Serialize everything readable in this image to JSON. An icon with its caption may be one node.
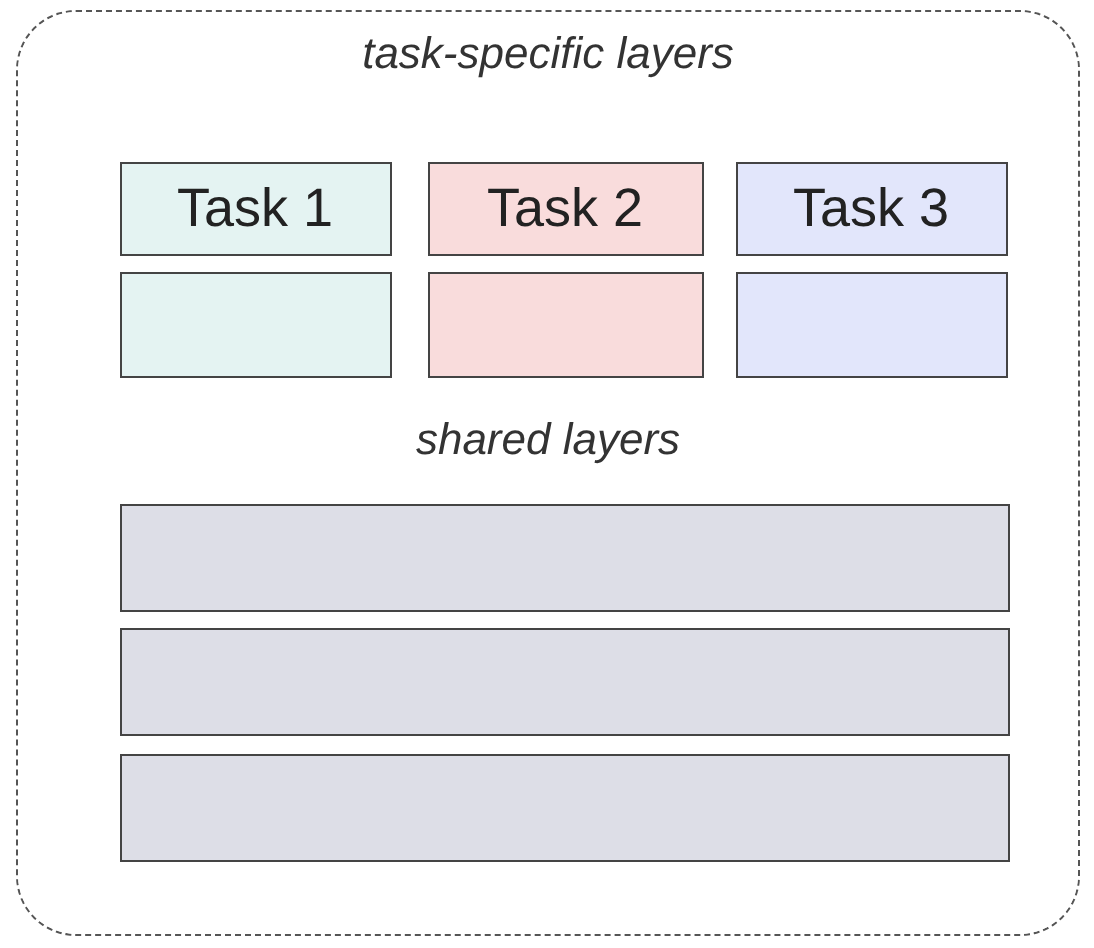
{
  "diagram": {
    "nodes": [
      {
        "text": [],
        "shape": "box"
      },
      {
        "text": [
          "Task 1"
        ],
        "in": 0
      },
      {
        "text": [
          "Task 2"
        ],
        "in": 0
      },
      {
        "text": [
          "Task 3"
        ],
        "in": 0
      },
      {
        "text": [],
        "shape": "box",
        "in": 0
      },
      {
        "text": [],
        "shape": "box",
        "in": 0
      },
      {
        "text": [],
        "shape": "box",
        "in": 0
      },
      {
        "text": [],
        "shape": "box",
        "in": 0
      },
      {
        "text": [],
        "shape": "box",
        "in": 0
      },
      {
        "text": [],
        "shape": "box",
        "in": 0
      }
    ],
    "edges": [],
    "labels": [
      "task-specific layers",
      "shared layers"
    ]
  }
}
